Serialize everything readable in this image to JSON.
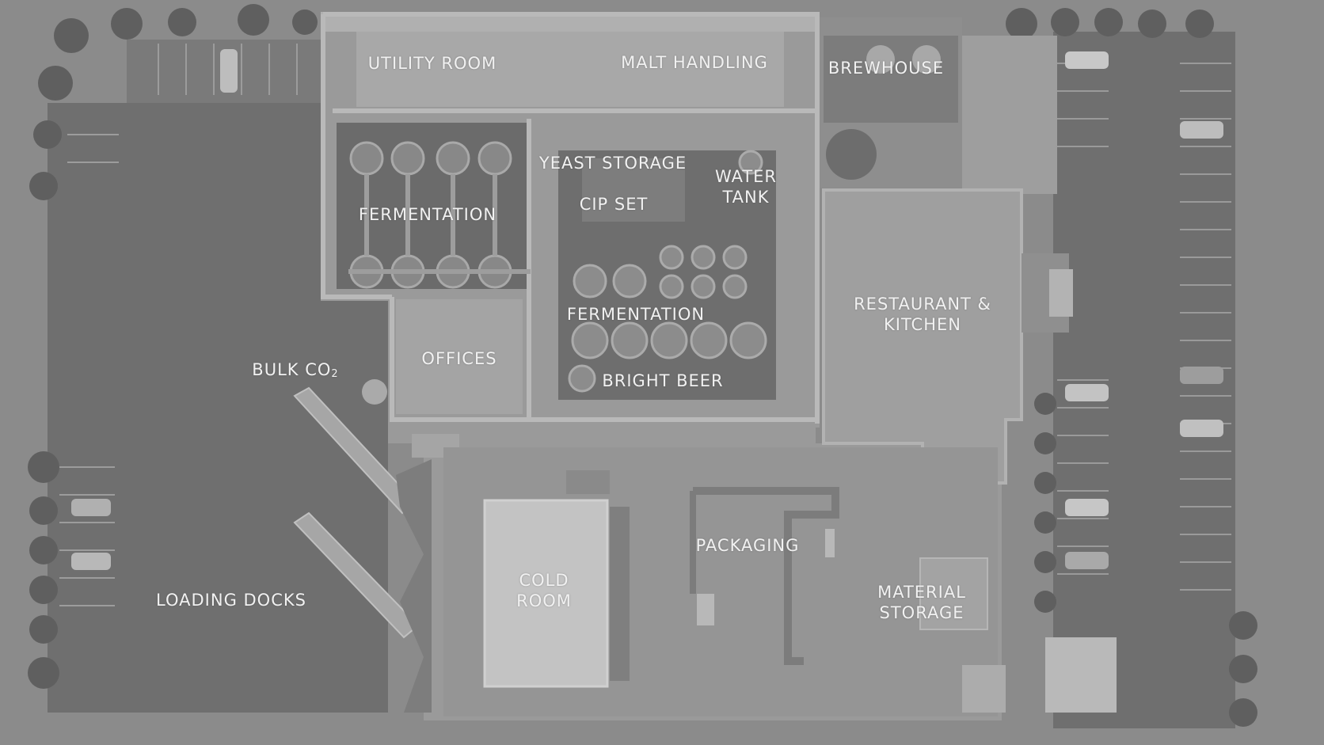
{
  "labels": {
    "utility_room": "UTILITY ROOM",
    "malt_handling": "MALT HANDLING",
    "brewhouse": "BREWHOUSE",
    "yeast_storage": "YEAST STORAGE",
    "water_tank": [
      "WATER",
      "TANK"
    ],
    "cip_set": "CIP SET",
    "fermentation_west": "FERMENTATION",
    "fermentation_center": "FERMENTATION",
    "restaurant_kitchen": [
      "RESTAURANT &",
      "KITCHEN"
    ],
    "offices": "OFFICES",
    "bulk_co2": {
      "text": "BULK CO",
      "subscript": "2"
    },
    "bright_beer": "BRIGHT BEER",
    "packaging": "PACKAGING",
    "cold_room": [
      "COLD",
      "ROOM"
    ],
    "material_storage": [
      "MATERIAL",
      "STORAGE"
    ],
    "loading_docks": "LOADING DOCKS"
  },
  "colors": {
    "ground": "#8b8b8b",
    "asphalt": "#6f6f6f",
    "building": "#9a9a9a",
    "room_light": "#a6a6a6",
    "room_dark": "#6e6e6e",
    "wall": "#b8b8b8",
    "tree": "#5e5e5e",
    "label": "#f1f1f1"
  }
}
